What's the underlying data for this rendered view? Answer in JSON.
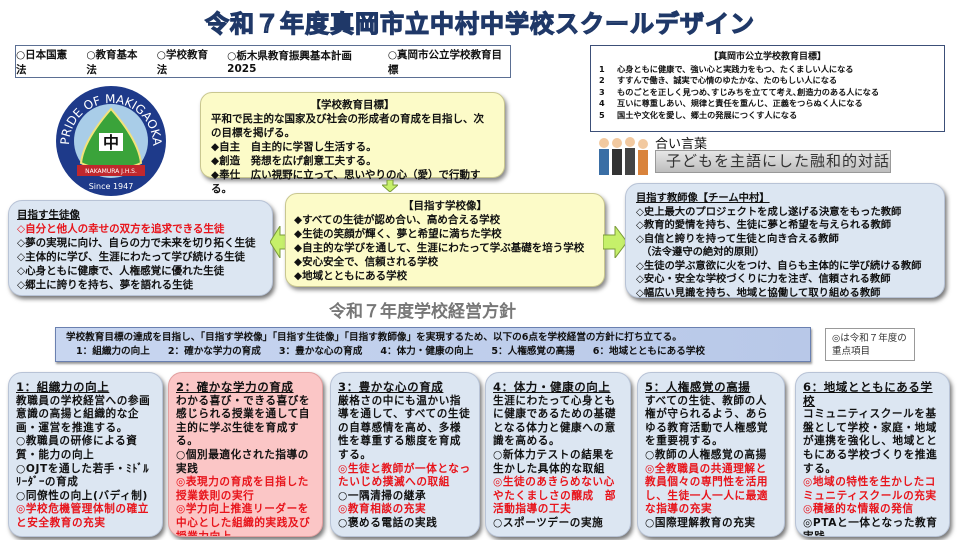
{
  "title": "令和７年度真岡市立中村中学校スクールデザイン",
  "laws": [
    "○日本国憲法",
    "○教育基本法",
    "○学校教育法",
    "○栃木県教育振興基本計画2025",
    "○真岡市公立学校教育目標"
  ],
  "city_goals": {
    "heading": "【真岡市公立学校教育目標】",
    "items": [
      {
        "n": "1",
        "t": "心身ともに健康で、強い心と実践力をもつ、たくましい人になる"
      },
      {
        "n": "2",
        "t": "すすんで働き、誠実で心情のゆたかな、たのもしい人になる"
      },
      {
        "n": "3",
        "t": "ものごとを正しく見つめ､すじみちを立てて考え､創造力のある人になる"
      },
      {
        "n": "4",
        "t": "互いに尊重しあい、規律と責任を重んじ、正義をつらぬく人になる"
      },
      {
        "n": "5",
        "t": "国土や文化を愛し、郷土の発展につくす人になる"
      }
    ]
  },
  "logo": {
    "top": "PRIDE OF MAKIGAOKA",
    "center": "中",
    "ribbon": "NAKAMURA J.H.S.",
    "since": "Since 1947"
  },
  "school_goal": {
    "heading": "【学校教育目標】",
    "lead": "平和で民主的な国家及び社会の形成者の育成を目指し、次の目標を掲げる。",
    "items": [
      "◆自主　自主的に学習し生活する。",
      "◆創造　発想を広げ創意工夫する。",
      "◆奉仕　広い視野に立って、思いやりの心（愛）で行動する。"
    ]
  },
  "aikotoba": {
    "label": "合い言葉",
    "phrase": "子どもを主語にした融和的対話"
  },
  "student": {
    "heading": "目指す生徒像",
    "items": [
      "◇自分と他人の幸せの双方を追求できる生徒",
      "◇夢の実現に向け、自らの力で未来を切り拓く生徒",
      "◇主体的に学び、生涯にわたって学び続ける生徒",
      "◇心身ともに健康で、人権感覚に優れた生徒",
      "◇郷土に誇りを持ち、夢を語れる生徒"
    ]
  },
  "school_image": {
    "heading": "【目指す学校像】",
    "items": [
      "◆すべての生徒が認め合い、高め合える学校",
      "◆生徒の笑顔が輝く、夢と希望に満ちた学校",
      "◆自主的な学びを通して、生涯にわたって学ぶ基礎を培う学校",
      "◆安心安全で、信頼される学校",
      "◆地域とともにある学校"
    ]
  },
  "teacher": {
    "heading": "目指す教師像【チーム中村】",
    "items": [
      "◇史上最大のプロジェクトを成し遂げる決意をもった教師",
      "◇教育的愛情を持ち、生徒に夢と希望を与えられる教師",
      "◇自信と誇りを持って生徒と向き合える教師",
      "　（法令遵守の絶対的原則）",
      "◇生徒の学ぶ意欲に火をつけ、自らも主体的に学び続ける教師",
      "◇安心・安全な学校づくりに力を注ぎ、信頼される教師",
      "◇幅広い見識を持ち、地域と協働して取り組める教師"
    ]
  },
  "policy_title": "令和７年度学校経営方針",
  "banner": {
    "text": "学校教育目標の達成を目指し、「目指す学校像」「目指す生徒像」「目指す教師像」を実現するため、以下の6点を学校経営の方針に打ち立てる。",
    "points": [
      "1：組織力の向上",
      "2：確かな学力の育成",
      "3：豊かな心の育成",
      "4：体力・健康の向上",
      "5：人権感覚の高揚",
      "6：地域とともにある学校"
    ]
  },
  "note": "◎は令和７年度の重点項目",
  "cards": [
    {
      "title": "1：組織力の向上",
      "lines": [
        {
          "t": "教職員の学校経営への参画意識の高揚と組織的な企画・運営を推進する。"
        },
        {
          "t": "○教職員の研修による資質・能力の向上"
        },
        {
          "t": "○OJTを通した若手・ﾐﾄﾞﾙﾘｰﾀﾞｰの育成"
        },
        {
          "t": "○同僚性の向上(バディ制)"
        },
        {
          "t": "◎学校危機管理体制の確立と安全教育の充実",
          "red": true
        }
      ]
    },
    {
      "title": "2：確かな学力の育成",
      "lines": [
        {
          "t": "わかる喜び・できる喜びを感じられる授業を通して自主的に学ぶ生徒を育成する。"
        },
        {
          "t": "○個別最適化された指導の実践"
        },
        {
          "t": "◎表現力の育成を目指した授業鉄則の実行",
          "red": true
        },
        {
          "t": "◎学力向上推進リーダーを中心とした組織的実践及び授業力向上",
          "red": true
        }
      ]
    },
    {
      "title": "3：豊かな心の育成",
      "lines": [
        {
          "t": "厳格さの中にも温かい指導を通して、すべての生徒の自尊感情を高め、多様性を尊重する態度を育成する。"
        },
        {
          "t": "◎生徒と教師が一体となったいじめ撲滅への取組",
          "red": true
        },
        {
          "t": "○一隅清掃の継承"
        },
        {
          "t": "◎教育相談の充実",
          "red": true
        },
        {
          "t": "○褒める電話の実践"
        }
      ]
    },
    {
      "title": "4：体力・健康の向上",
      "lines": [
        {
          "t": "生涯にわたって心身ともに健康であるための基礎となる体力と健康への意識を高める。"
        },
        {
          "t": "○新体力テストの結果を生かした具体的な取組"
        },
        {
          "t": "◎生徒のあきらめない心やたくましさの醸成　部活動指導の工夫",
          "red": true
        },
        {
          "t": "○スポーツデーの実施"
        }
      ]
    },
    {
      "title": "5：人権感覚の高揚",
      "lines": [
        {
          "t": "すべての生徒、教師の人権が守られるよう、あらゆる教育活動で人権感覚を重要視する。"
        },
        {
          "t": "○教師の人権感覚の高揚"
        },
        {
          "t": "◎全教職員の共通理解と教員個々の専門性を活用し、生徒一人一人に最適な指導の充実",
          "red": true
        },
        {
          "t": "○国際理解教育の充実"
        }
      ]
    },
    {
      "title": "6：地域とともにある学校",
      "lines": [
        {
          "t": "コミュニティスクールを基盤として学校・家庭・地域が連携を強化し、地域とともにある学校づくりを推進する。"
        },
        {
          "t": "◎地域の特性を生かしたコミュニティスクールの充実",
          "red": true
        },
        {
          "t": "◎積極的な情報の発信",
          "red": true
        },
        {
          "t": "◎PTAと一体となった教育実践"
        }
      ]
    }
  ],
  "colors": {
    "red": "#e8141b",
    "yellow_box": "#fcfbc8",
    "blue_box": "#dce6f2",
    "pink_box": "#fbc6c6",
    "arrow": "#c6f06a"
  }
}
